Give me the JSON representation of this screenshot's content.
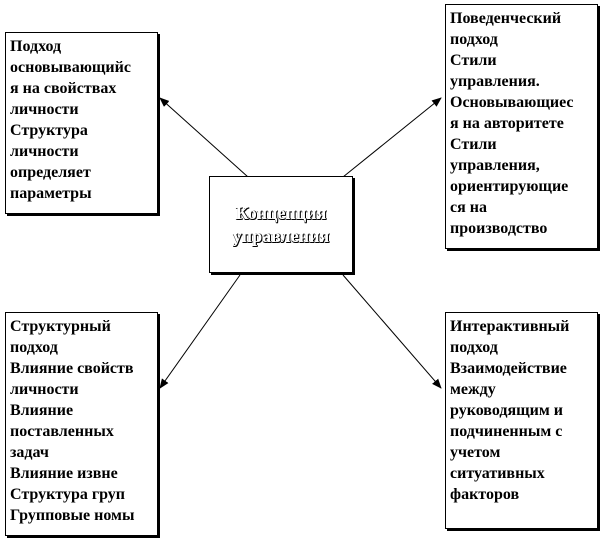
{
  "center": {
    "lines": [
      "Концепция",
      "управления"
    ]
  },
  "approaches": {
    "top_left": {
      "lines": [
        "Подход",
        "основывающийс",
        "я на свойствах",
        "личности",
        "Структура",
        "личности",
        "определяет",
        "параметры"
      ]
    },
    "top_right": {
      "lines": [
        "Поведенческий",
        "подход",
        "Стили",
        "управления.",
        "Основывающиес",
        "я на авторитете",
        "Стили",
        "управления,",
        "ориентирующие",
        "ся на",
        "производство"
      ]
    },
    "bottom_left": {
      "lines": [
        "Структурный",
        "подход",
        "Влияние свойств",
        "личности",
        "Влияние",
        "поставленных",
        "задач",
        "Влияние извне",
        "Структура груп",
        "Групповые номы"
      ]
    },
    "bottom_right": {
      "lines": [
        "Интерактивный",
        "подход",
        "Взаимодействие",
        "между",
        "руководящим и",
        "подчиненным с",
        "учетом",
        "ситуативных",
        "факторов"
      ]
    }
  }
}
